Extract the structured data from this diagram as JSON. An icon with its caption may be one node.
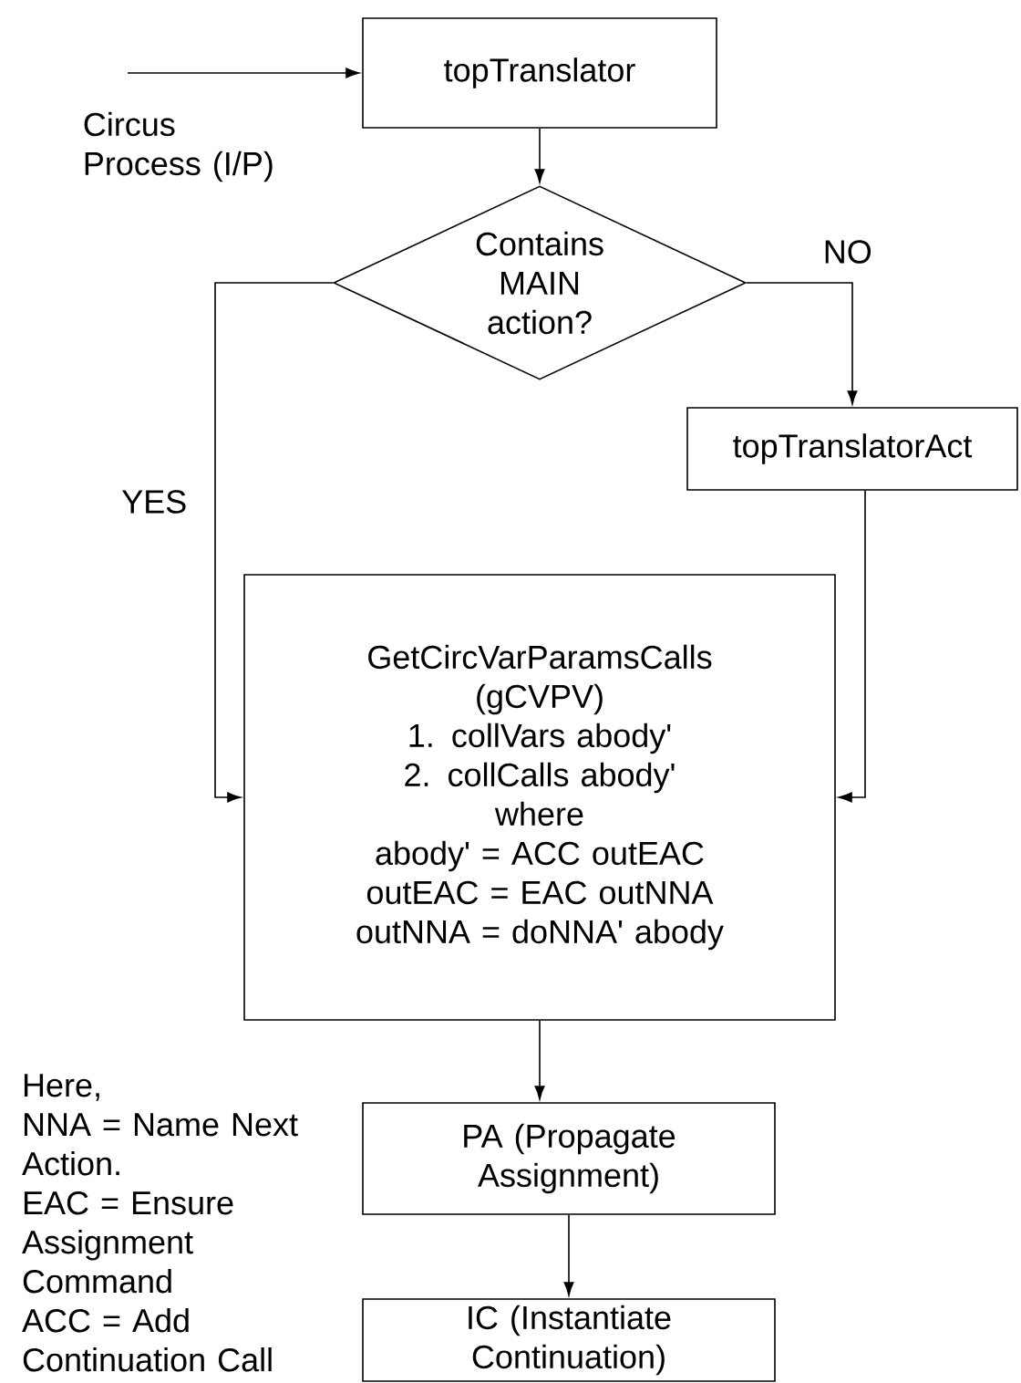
{
  "diagram": {
    "nodes": [
      {
        "text": [
          "topTranslator"
        ]
      },
      {
        "text": [
          "Contains MAIN action?"
        ]
      },
      {
        "text": [
          "topTranslatorAct"
        ]
      },
      {
        "text": [
          "GetCircVarParamsCalls (gCVPV)",
          "1. collVars abody'",
          "2. collCalls abody'",
          "where",
          "abody' = ACC outEAC",
          "outEAC = EAC outNNA",
          "outNNA = doNNA' abody"
        ]
      },
      {
        "text": [
          "PA (Propagate Assignment)"
        ]
      },
      {
        "text": [
          "IC (Instantiate Continuation)"
        ]
      }
    ],
    "edges": [
      {
        "from": null,
        "to": 0,
        "arrow": "to",
        "label": "Circus Process (I/P)"
      },
      {
        "from": 0,
        "to": 1,
        "arrow": "to"
      },
      {
        "from": 1,
        "to": 3,
        "arrow": "to",
        "label": "YES"
      },
      {
        "from": 1,
        "to": 2,
        "arrow": "to",
        "label": "NO"
      },
      {
        "from": 2,
        "to": 3,
        "arrow": "to"
      },
      {
        "from": 3,
        "to": 4,
        "arrow": "to"
      },
      {
        "from": 4,
        "to": 5,
        "arrow": "to"
      }
    ],
    "labels": [
      "Here,",
      "NNA = Name Next Action.",
      "EAC = Ensure Assignment Command",
      "ACC = Add Continuation Call"
    ]
  }
}
